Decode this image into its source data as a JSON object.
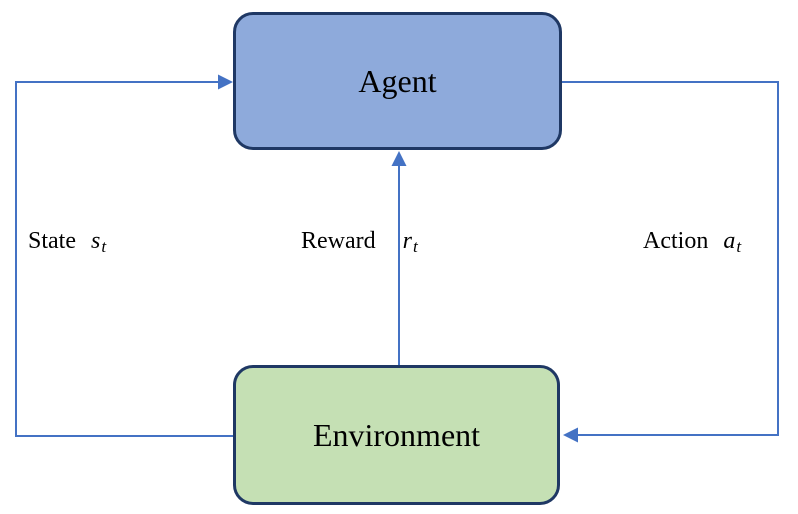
{
  "diagram": {
    "background": "#FFFFFF",
    "connector_color": "#4472C4",
    "text_color": "#000000",
    "nodes": [
      {
        "id": "agent",
        "label": "Agent",
        "fill": "#8EAADB",
        "border": "#1F3864"
      },
      {
        "id": "environment",
        "label": "Environment",
        "fill": "#C5E0B4",
        "border": "#1F3864"
      }
    ],
    "edges": [
      {
        "id": "state",
        "word": "State",
        "symbol": "s",
        "subscript": "t",
        "from": "Environment",
        "to": "Agent"
      },
      {
        "id": "reward",
        "word": "Reward",
        "symbol": "r",
        "subscript": "t",
        "from": "Environment",
        "to": "Agent"
      },
      {
        "id": "action",
        "word": "Action",
        "symbol": "a",
        "subscript": "t",
        "from": "Agent",
        "to": "Environment"
      }
    ]
  }
}
